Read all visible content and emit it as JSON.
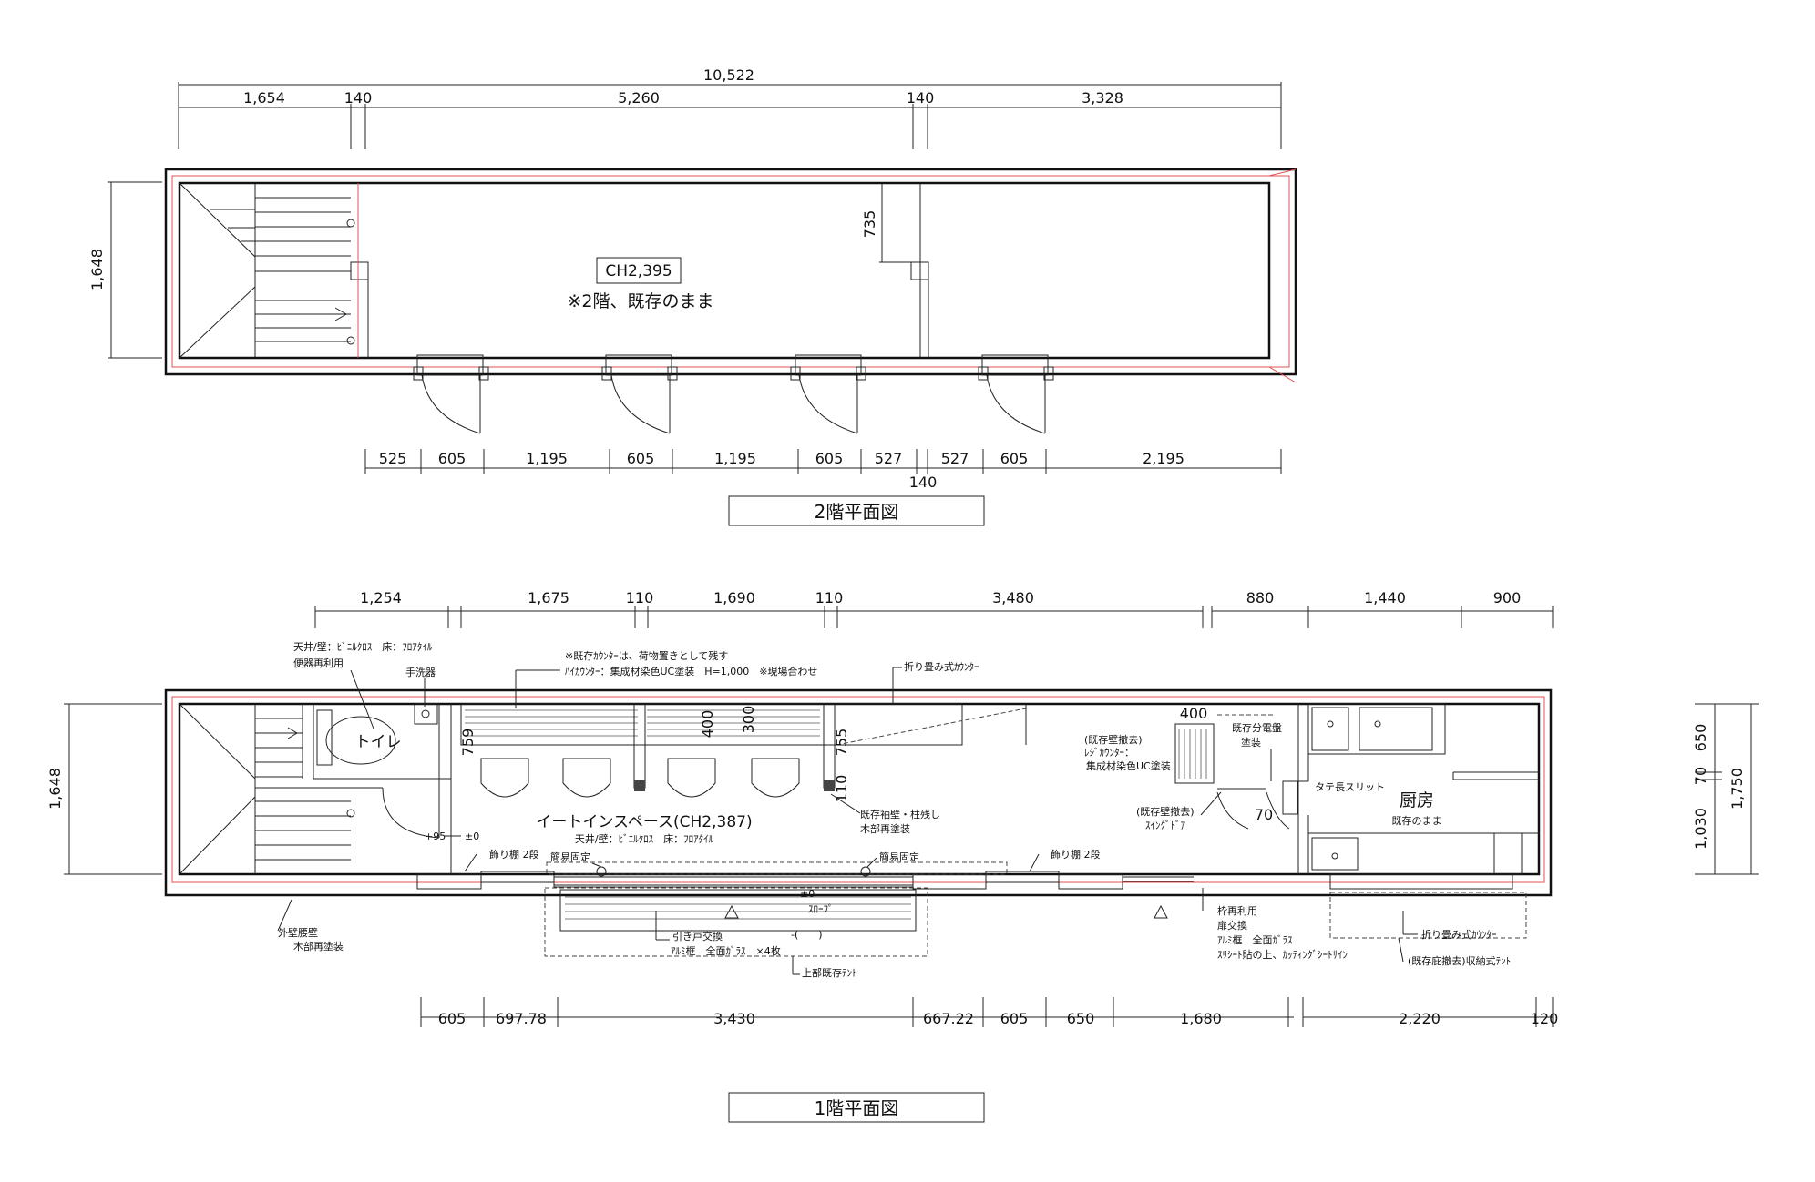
{
  "floor2": {
    "title": "2階平面図",
    "overall": "10,522",
    "top_dims": [
      "1,654",
      "140",
      "5,260",
      "140",
      "3,328"
    ],
    "height_dim": "1,648",
    "mid_dim": "735",
    "ch_label": "CH2,395",
    "note": "※2階、既存のまま",
    "bottom_dims": [
      "525",
      "605",
      "1,195",
      "605",
      "1,195",
      "605",
      "527",
      "527",
      "605",
      "2,195"
    ],
    "bottom_extra": "140"
  },
  "floor1": {
    "title": "1階平面図",
    "top_dims": [
      "1,254",
      "1,675",
      "110",
      "1,690",
      "110",
      "3,480",
      "880",
      "1,440",
      "900"
    ],
    "left_height": "1,648",
    "right_dims": [
      "650",
      "70",
      "1,030",
      "1,750"
    ],
    "bottom_dims": [
      "605",
      "697.78",
      "3,430",
      "667.22",
      "605",
      "650",
      "1,680",
      "2,220",
      "120"
    ],
    "inner_dims": [
      "759",
      "400",
      "300",
      "755",
      "110",
      "400",
      "70"
    ],
    "rooms": {
      "toilet": "トイレ",
      "eatin": "イートインスペース(CH2,387)",
      "eatin_finish": "天井/壁：ﾋﾞﾆﾙｸﾛｽ　床：ﾌﾛｱﾀｲﾙ",
      "kitchen": "厨房",
      "kitchen_note": "既存のまま"
    },
    "notes": {
      "toilet_finish": "天井/壁：ﾋﾞﾆﾙｸﾛｽ　床：ﾌﾛｱﾀｲﾙ",
      "toilet_reuse": "便器再利用",
      "handwash": "手洗器",
      "counter_note1": "※既存ｶｳﾝﾀｰは、荷物置きとして残す",
      "counter_note2": "ﾊｲｶｳﾝﾀｰ：集成材染色UC塗装　H=1,000　※現場合わせ",
      "folding_counter": "折り畳み式ｶｳﾝﾀｰ",
      "panel": "既存分電盤",
      "panel2": "塗装",
      "register1": "(既存壁撤去)",
      "register2": "ﾚｼﾞｶｳﾝﾀｰ：",
      "register3": "集成材染色UC塗装",
      "slit": "タテ長スリット",
      "swing1": "(既存壁撤去)",
      "swing2": "ｽｲﾝｸﾞﾄﾞｱ",
      "pillar1": "既存袖壁・柱残し",
      "pillar2": "木部再塗装",
      "level1": "+95",
      "level2": "±0",
      "shelf_left": "飾り棚 2段",
      "shelf_right": "飾り棚 2段",
      "fix_left": "簡易固定",
      "fix_right": "簡易固定",
      "slope_level": "±0",
      "slope": "ｽﾛｰﾌﾟ",
      "slope_paren": "-(　　)",
      "wall1": "外壁腰壁",
      "wall2": "木部再塗装",
      "sliding1": "引き戸交換",
      "sliding2": "ｱﾙﾐ框　全面ｶﾞﾗｽ　×4枚",
      "tent": "上部既存ﾃﾝﾄ",
      "frame1": "枠再利用",
      "frame2": "扉交換",
      "frame3": "ｱﾙﾐ框　全面ｶﾞﾗｽ",
      "frame4": "ｽﾘｼｰﾄ貼の上、ｶｯﾃｨﾝｸﾞｼｰﾄｻｲﾝ",
      "fold2": "折り畳み式ｶｳﾝﾀｰ",
      "awning": "(既存庇撤去)収納式ﾃﾝﾄ"
    }
  }
}
